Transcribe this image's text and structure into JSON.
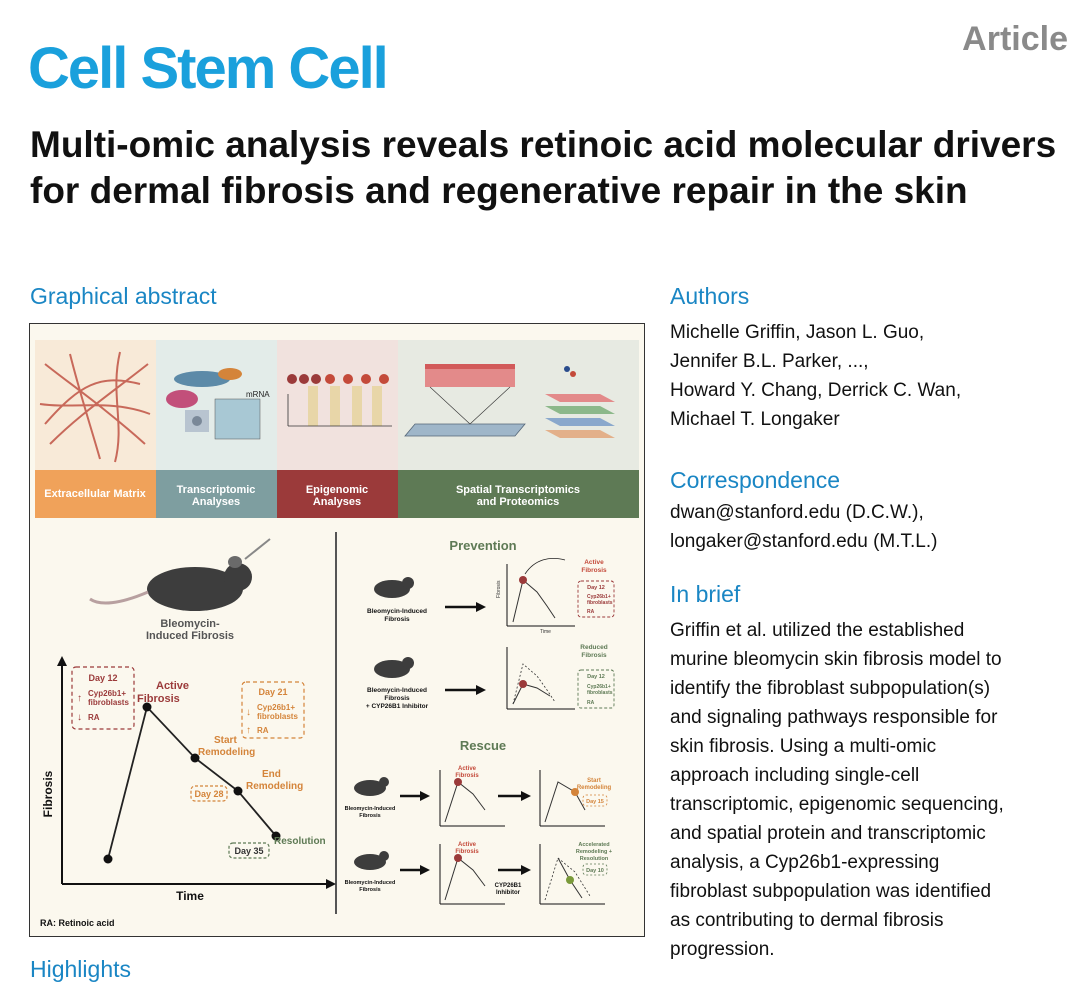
{
  "journal": "Cell Stem Cell",
  "article_type": "Article",
  "title": "Multi-omic analysis reveals retinoic acid molecular drivers for dermal fibrosis and regenerative repair in the skin",
  "sections": {
    "graphical_abstract": "Graphical abstract",
    "authors": "Authors",
    "correspondence": "Correspondence",
    "in_brief": "In brief",
    "highlights": "Highlights"
  },
  "authors_lines": [
    "Michelle Griffin, Jason L. Guo,",
    "Jennifer B.L. Parker, ...,",
    "Howard Y. Chang, Derrick C. Wan,",
    "Michael T. Longaker"
  ],
  "correspondence_lines": [
    "dwan@stanford.edu (D.C.W.),",
    "longaker@stanford.edu (M.T.L.)"
  ],
  "in_brief_lines": [
    "Griffin et al. utilized the established",
    "murine bleomycin skin fibrosis model to",
    "identify the fibroblast subpopulation(s)",
    "and signaling pathways responsible for",
    "skin fibrosis. Using a multi-omic",
    "approach including single-cell",
    "transcriptomic, epigenomic sequencing,",
    "and spatial protein and transcriptomic",
    "analysis, a Cyp26b1-expressing",
    "fibroblast subpopulation was identified",
    "as contributing to dermal fibrosis",
    "progression."
  ],
  "abstract": {
    "panels": [
      {
        "label1": "Extracellular Matrix",
        "label2": "",
        "color": "#f0a25a"
      },
      {
        "label1": "Transcriptomic",
        "label2": "Analyses",
        "color": "#7e9ea0"
      },
      {
        "label1": "Epigenomic",
        "label2": "Analyses",
        "color": "#9b3a3a"
      },
      {
        "label1": "Spatial Transcriptomics",
        "label2": "and Proteomics",
        "color": "#5e7a55"
      }
    ],
    "mrna": "mRNA",
    "mouse_label1": "Bleomycin-",
    "mouse_label2": "Induced Fibrosis",
    "y_axis": "Fibrosis",
    "x_axis": "Time",
    "stages": {
      "active1": "Active",
      "active2": "Fibrosis",
      "start1": "Start",
      "start2": "Remodeling",
      "end1": "End",
      "end2": "Remodeling",
      "resolution": "Resolution"
    },
    "day12": "Day 12",
    "day12_up": "Cyp26b1+",
    "day12_up2": "fibroblasts",
    "day12_ra": "RA",
    "day21": "Day 21",
    "day21_down": "Cyp26b1+",
    "day21_down2": "fibroblasts",
    "day21_ra": "RA",
    "day28": "Day 28",
    "day35": "Day 35",
    "footnote": "RA: Retinoic acid",
    "prevention": "Prevention",
    "rescue": "Rescue",
    "prev_row1_label1": "Bleomycin-Induced",
    "prev_row1_label2": "Fibrosis",
    "prev_row2_label1": "Bleomycin-Induced",
    "prev_row2_label2": "Fibrosis",
    "prev_row2_label3": "+ CYP26B1 Inhibitor",
    "active_fibrosis1": "Active",
    "active_fibrosis2": "Fibrosis",
    "reduced1": "Reduced",
    "reduced2": "Fibrosis",
    "mini_day12": "Day 12",
    "mini_cyp": "Cyp26b1+",
    "mini_fib": "fibroblasts",
    "mini_ra": "RA",
    "rescue_label1": "Bleomycin-Induced",
    "rescue_label2": "Fibrosis",
    "start_remodeling1": "Start",
    "start_remodeling2": "Remodeling",
    "day15": "Day 15",
    "cyp_inhib1": "CYP26B1",
    "cyp_inhib2": "Inhibitor",
    "accel1": "Accelerated",
    "accel2": "Remodeling +",
    "accel3": "Resolution",
    "day10": "Day 10",
    "mini_y": "Fibrosis",
    "mini_x": "Time"
  }
}
